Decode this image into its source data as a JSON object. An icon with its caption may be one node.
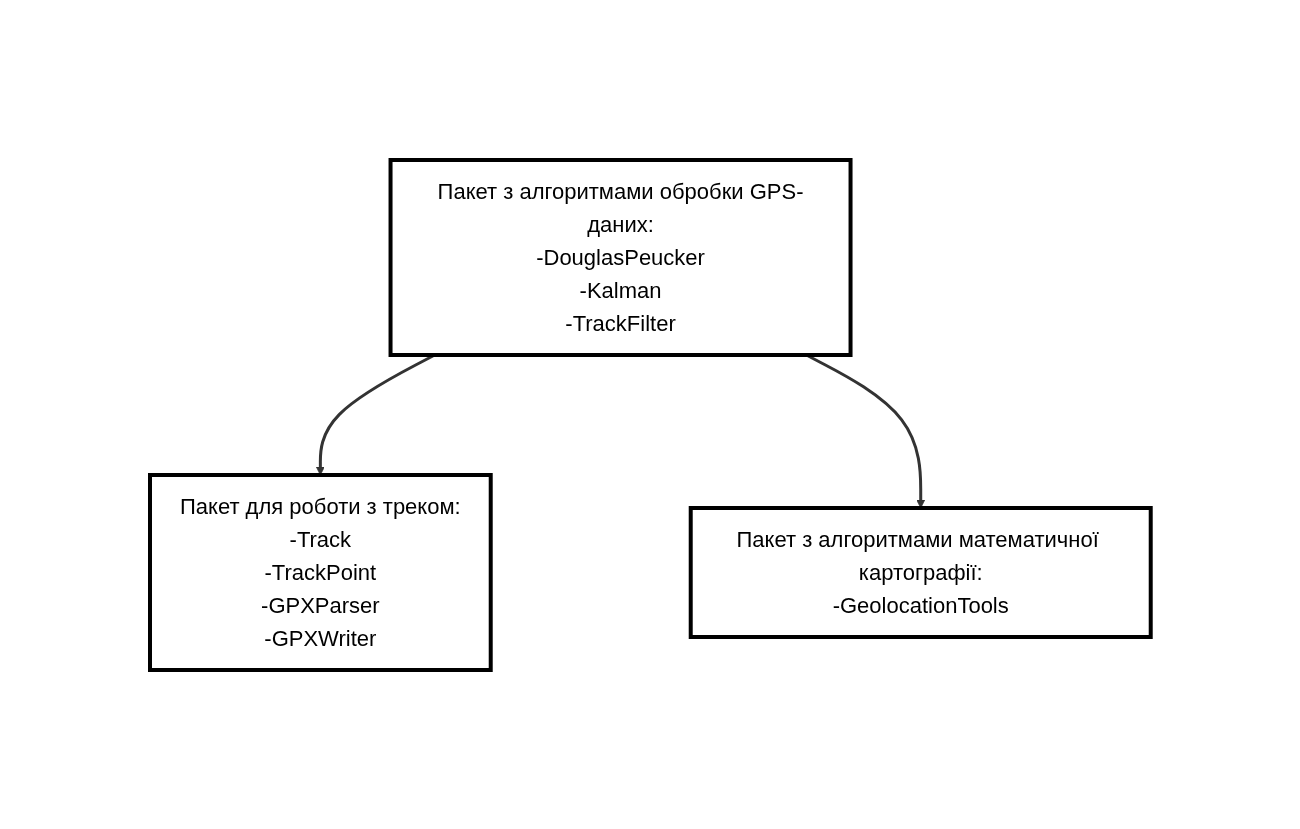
{
  "diagram": {
    "nodes": [
      {
        "text": [
          "Пакет з алгоритмами обробки GPS-даних:",
          "-DouglasPeucker",
          "-Kalman",
          "-TrackFilter"
        ]
      },
      {
        "text": [
          "Пакет для роботи з треком:",
          "-Track",
          "-TrackPoint",
          "-GPXParser",
          "-GPXWriter"
        ]
      },
      {
        "text": [
          "Пакет з алгоритмами математичної картографії:",
          "-GeolocationTools"
        ]
      }
    ],
    "edges": [
      {
        "from": 0,
        "to": 1,
        "arrow": "to"
      },
      {
        "from": 0,
        "to": 2,
        "arrow": "to"
      }
    ]
  }
}
